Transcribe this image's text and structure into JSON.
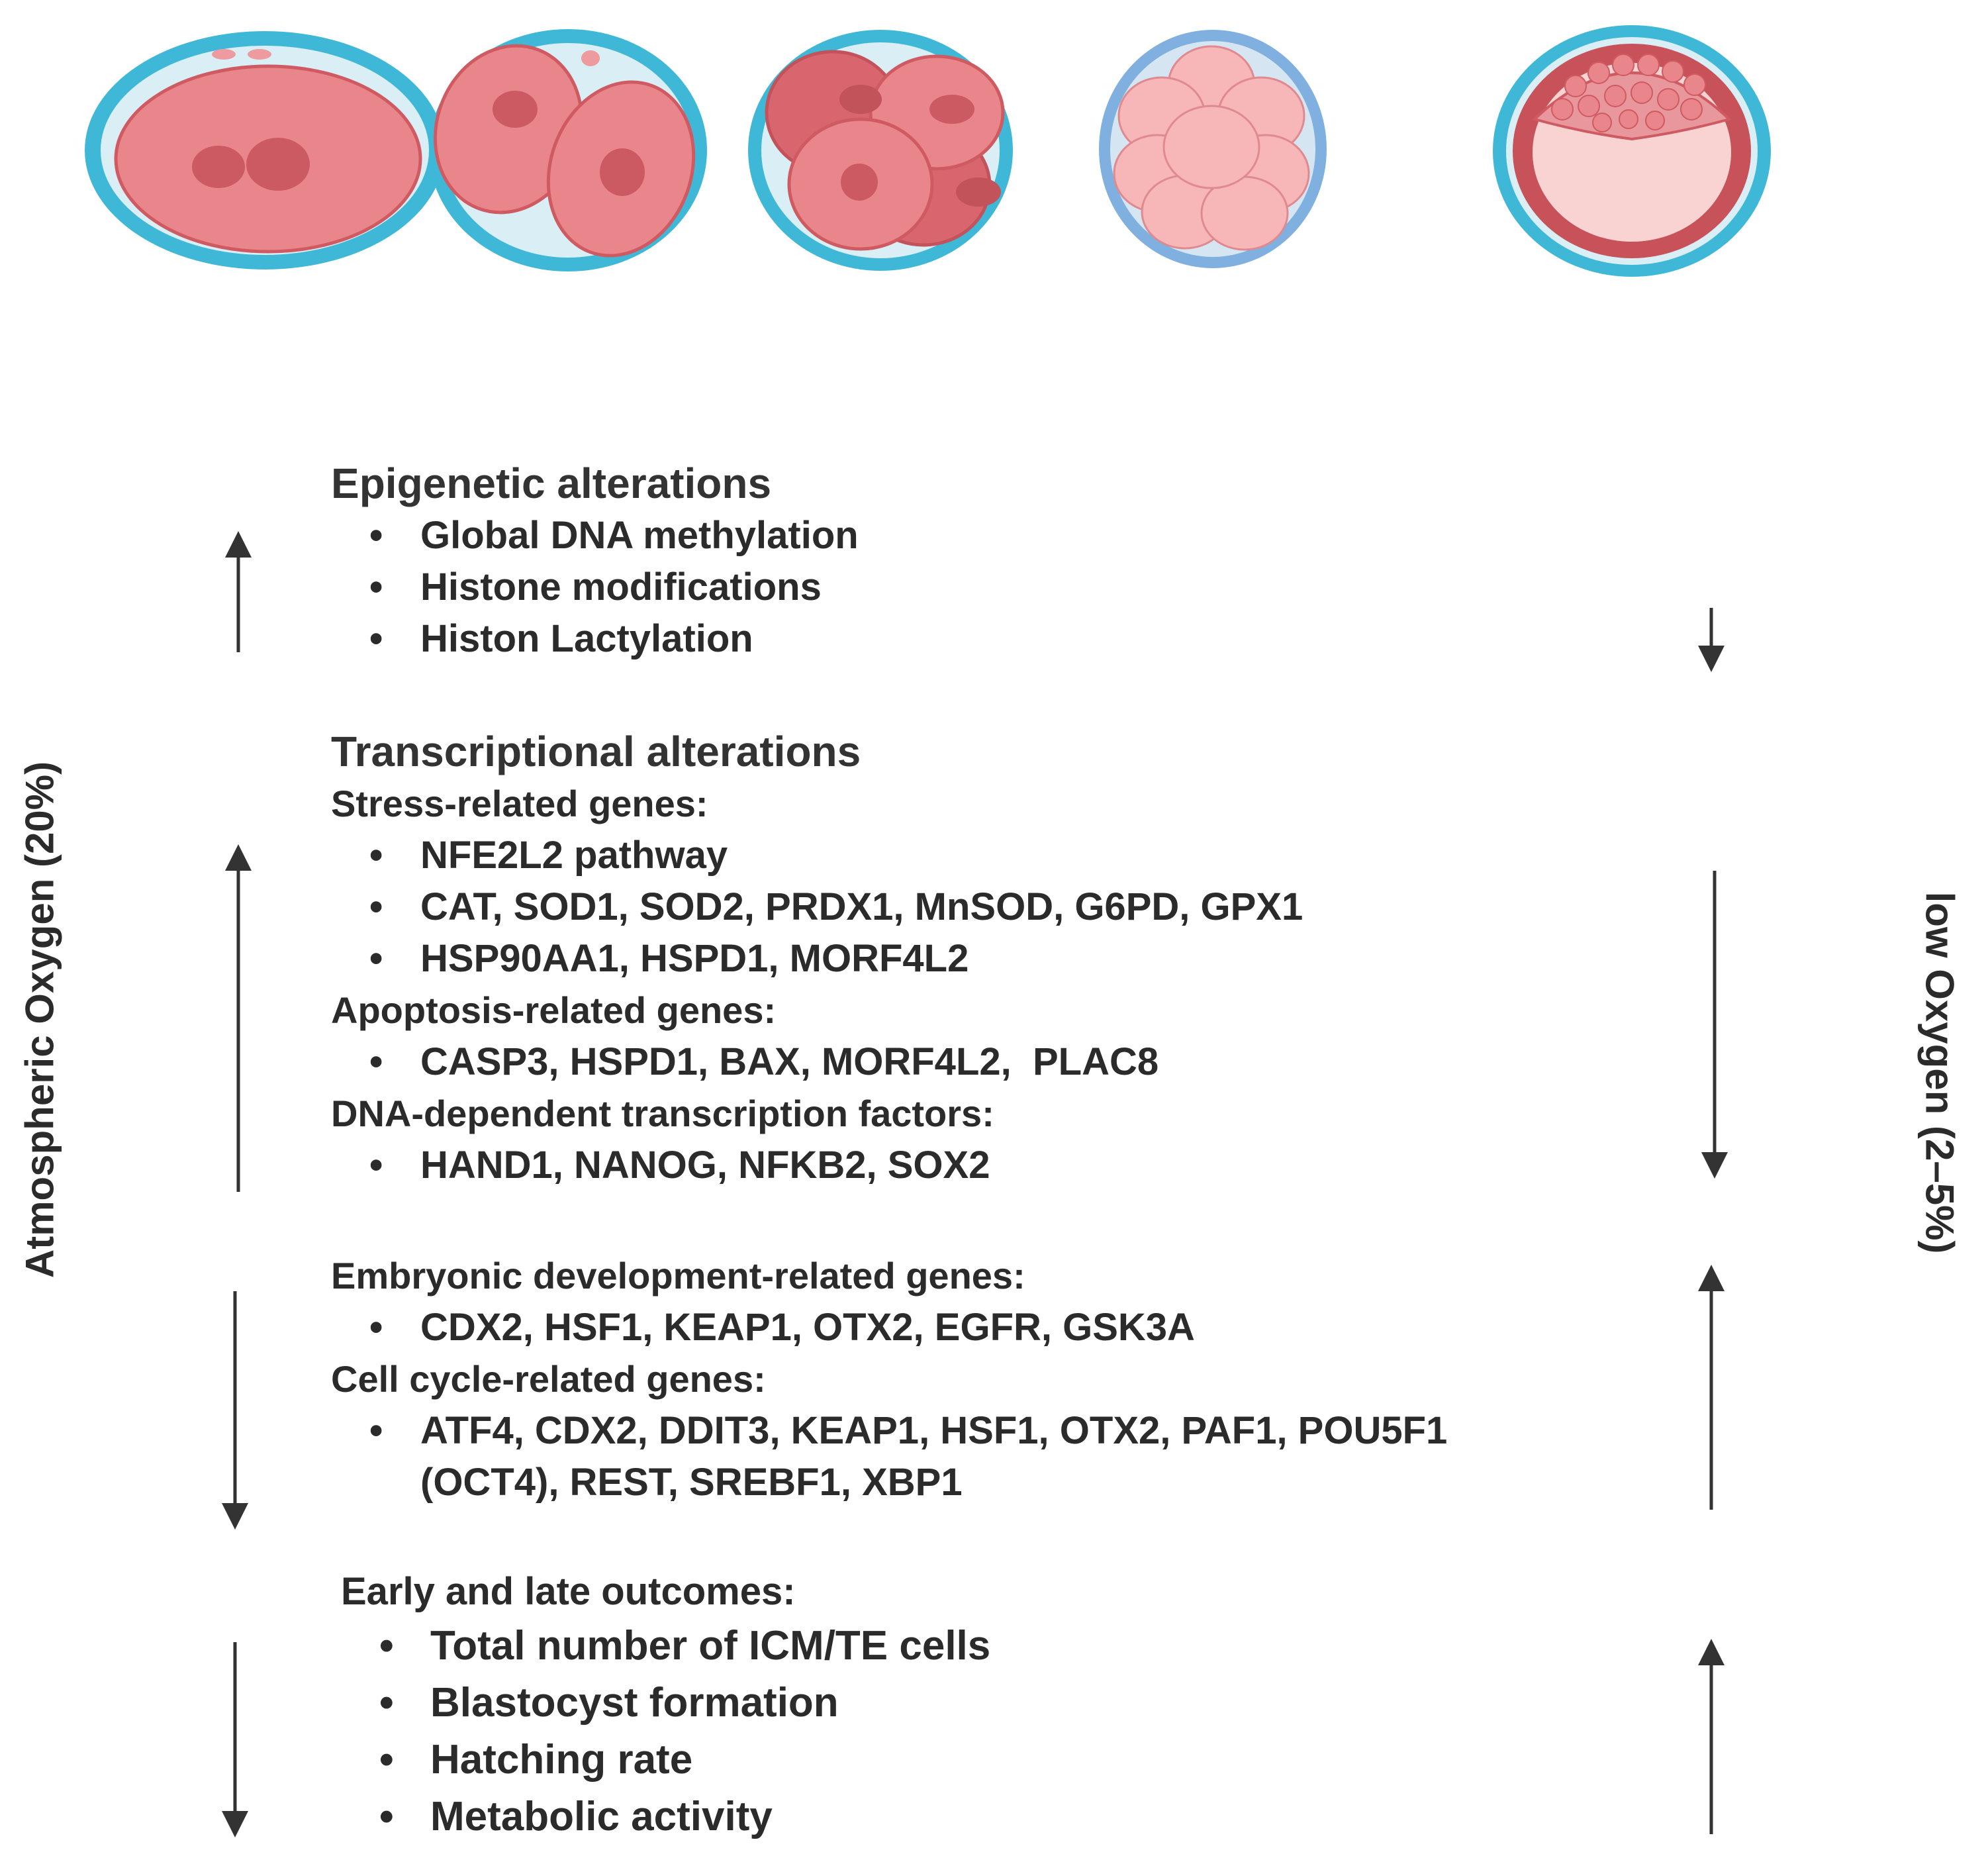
{
  "embryo_stages": [
    {
      "stage": "zygote"
    },
    {
      "stage": "2-cell"
    },
    {
      "stage": "4-cell"
    },
    {
      "stage": "morula"
    },
    {
      "stage": "blastocyst"
    }
  ],
  "left_label": "Atmospheric Oxygen (20%)",
  "right_label": "low Oxygen (2–5%)",
  "sections": {
    "epigenetic": {
      "title": "Epigenetic alterations",
      "items": [
        "Global DNA methylation",
        "Histone modifications",
        "Histon Lactylation"
      ],
      "left_arrow": "up",
      "right_arrow": "down"
    },
    "transcriptional": {
      "title": "Transcriptional alterations",
      "stress_label": "Stress-related genes:",
      "stress_items": [
        "NFE2L2 pathway",
        "CAT, SOD1, SOD2, PRDX1, MnSOD, G6PD, GPX1",
        "HSP90AA1, HSPD1, MORF4L2"
      ],
      "apoptosis_label": "Apoptosis-related genes:",
      "apoptosis_items": [
        "CASP3, HSPD1, BAX, MORF4L2,  PLAC8"
      ],
      "tf_label": "DNA-dependent transcription factors:",
      "tf_items": [
        "HAND1, NANOG, NFKB2, SOX2"
      ],
      "left_arrow": "up",
      "right_arrow": "down"
    },
    "development": {
      "embryonic_label": "Embryonic development-related genes:",
      "embryonic_items": [
        "CDX2, HSF1, KEAP1, OTX2, EGFR, GSK3A"
      ],
      "cellcycle_label": "Cell cycle-related genes:",
      "cellcycle_line1": "ATF4, CDX2, DDIT3, KEAP1, HSF1, OTX2, PAF1, POU5F1",
      "cellcycle_line2": "(OCT4), REST, SREBF1, XBP1",
      "left_arrow": "down",
      "right_arrow": "up"
    },
    "outcomes": {
      "title": "Early and late outcomes:",
      "items": [
        "Total number of ICM/TE cells",
        "Blastocyst formation",
        "Hatching rate",
        "Metabolic activity"
      ],
      "left_arrow": "down",
      "right_arrow": "up"
    }
  },
  "colors": {
    "zona_outer": "#3fb8d8",
    "zona_inner": "#d9eef5",
    "cell_fill": "#e9868b",
    "cell_stroke": "#cf5a61",
    "nucleus": "#cc5a62",
    "morula_fill": "#f7b7b9",
    "morula_ring": "#7fb0e0",
    "blastocoel": "#f9d2d2",
    "arrow": "#333333"
  }
}
